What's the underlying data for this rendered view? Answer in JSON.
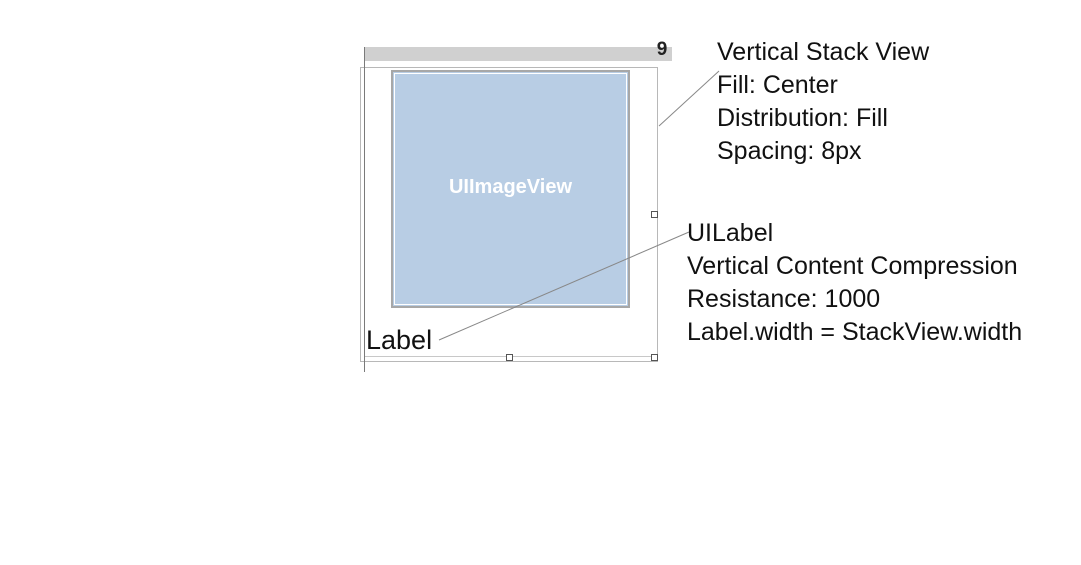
{
  "canvas": {
    "top_bar_glyph": "9"
  },
  "image_view": {
    "label": "UIImageView",
    "fill_color": "#b8cde4"
  },
  "label_view": {
    "text": "Label"
  },
  "annotations": {
    "stack_view": [
      "Vertical Stack View",
      "Fill: Center",
      "Distribution: Fill",
      "Spacing: 8px"
    ],
    "label": [
      "UILabel",
      "Vertical Content Compression",
      "Resistance: 1000",
      "Label.width = StackView.width"
    ]
  }
}
